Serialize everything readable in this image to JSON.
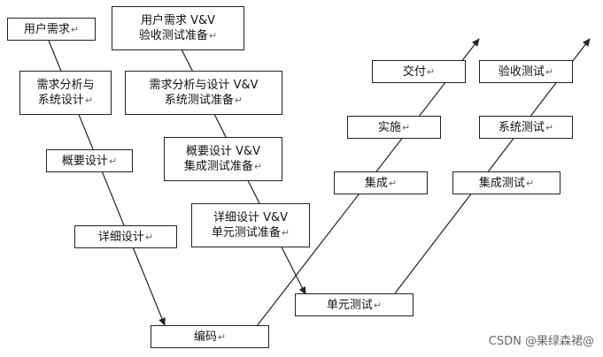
{
  "left_nodes": [
    {
      "id": "req",
      "lines": [
        "用户需求"
      ]
    },
    {
      "id": "req_analysis",
      "lines": [
        "需求分析与",
        "系统设计"
      ]
    },
    {
      "id": "outline",
      "lines": [
        "概要设计"
      ]
    },
    {
      "id": "detail",
      "lines": [
        "详细设计"
      ]
    }
  ],
  "vv_nodes": [
    {
      "id": "vv_accept",
      "lines": [
        "用户需求 V&V",
        "验收测试准备"
      ]
    },
    {
      "id": "vv_system",
      "lines": [
        "需求分析与设计 V&V",
        "系统测试准备"
      ]
    },
    {
      "id": "vv_integration",
      "lines": [
        "概要设计 V&V",
        "集成测试准备"
      ]
    },
    {
      "id": "vv_unit",
      "lines": [
        "详细设计 V&V",
        "单元测试准备"
      ]
    }
  ],
  "bottom_node": {
    "id": "coding",
    "lines": [
      "编码"
    ]
  },
  "right_inner_nodes": [
    {
      "id": "deliver",
      "lines": [
        "交付"
      ]
    },
    {
      "id": "implement",
      "lines": [
        "实施"
      ]
    },
    {
      "id": "integrate",
      "lines": [
        "集成"
      ]
    }
  ],
  "right_outer_nodes": [
    {
      "id": "acceptance_test",
      "lines": [
        "验收测试"
      ]
    },
    {
      "id": "system_test",
      "lines": [
        "系统测试"
      ]
    },
    {
      "id": "integration_test",
      "lines": [
        "集成测试"
      ]
    },
    {
      "id": "unit_test",
      "lines": [
        "单元测试"
      ]
    }
  ],
  "return_mark": "↵",
  "watermark": "CSDN @果绿森裙@"
}
